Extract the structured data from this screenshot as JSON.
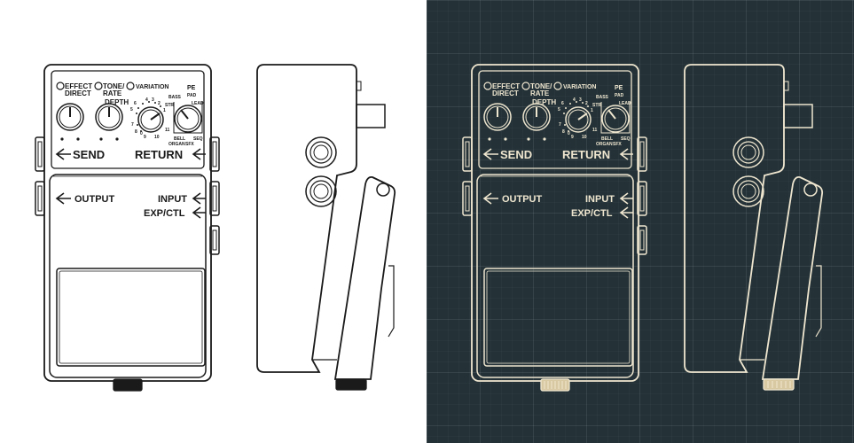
{
  "labels": {
    "effect": "EFFECT",
    "direct": "DIRECT",
    "tone": "TONE/",
    "rate": "RATE",
    "depth": "DEPTH",
    "variation": "VARIATION",
    "pe": "PE",
    "bass": "BASS",
    "pad": "PAD",
    "str": "STR",
    "lead": "LEAD",
    "bell": "BELL",
    "organ": "ORGAN",
    "sfx": "SFX",
    "seq": "SEQ",
    "send": "SEND",
    "return": "RETURN",
    "output": "OUTPUT",
    "input": "INPUT",
    "exp_ctl": "EXP/CTL"
  },
  "scale_numbers": [
    "0",
    "1",
    "2",
    "3",
    "4",
    "5",
    "6",
    "7",
    "8",
    "9",
    "10",
    "11"
  ],
  "colors": {
    "light_background": "#ffffff",
    "light_line": "#1a1a1a",
    "dark_background": "#243238",
    "dark_line": "#efe6cf"
  }
}
